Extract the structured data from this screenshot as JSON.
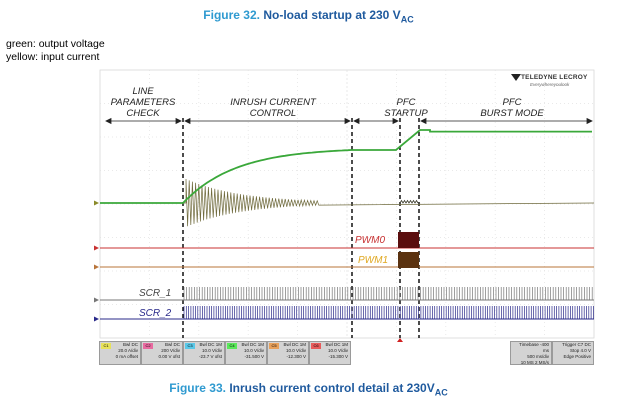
{
  "caption_top": {
    "prefix": "Figure 32.",
    "text": "No-load startup at 230 V",
    "sub": "AC"
  },
  "caption_bottom": {
    "prefix": "Figure 33.",
    "text": "Inrush current control detail at 230V",
    "sub": "AC"
  },
  "legend": {
    "line1": "green: output voltage",
    "line2": "yellow: input current"
  },
  "phases": [
    {
      "l1": "LINE",
      "l2": "PARAMETERS",
      "l3": "CHECK"
    },
    {
      "l1": "INRUSH CURRENT",
      "l2": "CONTROL"
    },
    {
      "l1": "PFC",
      "l2": "STARTUP"
    },
    {
      "l1": "PFC",
      "l2": "BURST MODE"
    }
  ],
  "signals": {
    "pwm0": "PWM0",
    "pwm1": "PWM1",
    "scr1": "SCR_1",
    "scr2": "SCR_2"
  },
  "logo": {
    "name": "TELEDYNE LECROY",
    "tagline": "Everywhereyoulook"
  },
  "colors": {
    "green": "#3aa83a",
    "yellow_trace": "#6f6a3c",
    "red": "#c83232",
    "orange": "#b8753a",
    "gray": "#777777",
    "navy": "#2a2a8a",
    "pwm0_box": "#5a0e0e",
    "pwm1_box": "#5a3210"
  },
  "scope_channels": [
    {
      "tag": "C1",
      "tag_color": "#e8e25a",
      "l1": "Bwl DC",
      "l2": "20.0 A/div",
      "l3": "0 mA offset"
    },
    {
      "tag": "C2",
      "tag_color": "#e86aa0",
      "l1": "Bwl DC",
      "l2": "200 V/div",
      "l3": "0.00 V ofst"
    },
    {
      "tag": "C3",
      "tag_color": "#5ac8e8",
      "l1": "Bwl DC 1M",
      "l2": "10.0 V/div",
      "l3": "-23.7 V ofst"
    },
    {
      "tag": "C4",
      "tag_color": "#5ae85a",
      "l1": "Bwl DC 1M",
      "l2": "10.0 V/div",
      "l3": "-31.500 V"
    },
    {
      "tag": "C5",
      "tag_color": "#e8a05a",
      "l1": "Bwl DC 1M",
      "l2": "10.0 V/div",
      "l3": "-12.300 V"
    },
    {
      "tag": "C6",
      "tag_color": "#e85a5a",
      "l1": "Bwl DC 1M",
      "l2": "10.0 V/div",
      "l3": "-15.300 V"
    }
  ],
  "timebase": {
    "l1": "Timebase -400 ms",
    "l2": "500 ms/div",
    "l3": "10 MS  2 MS/s"
  },
  "trigger": {
    "l1": "Trigger C7 DC",
    "l2": "Stop 4.0 V",
    "l3": "Edge Positive"
  }
}
